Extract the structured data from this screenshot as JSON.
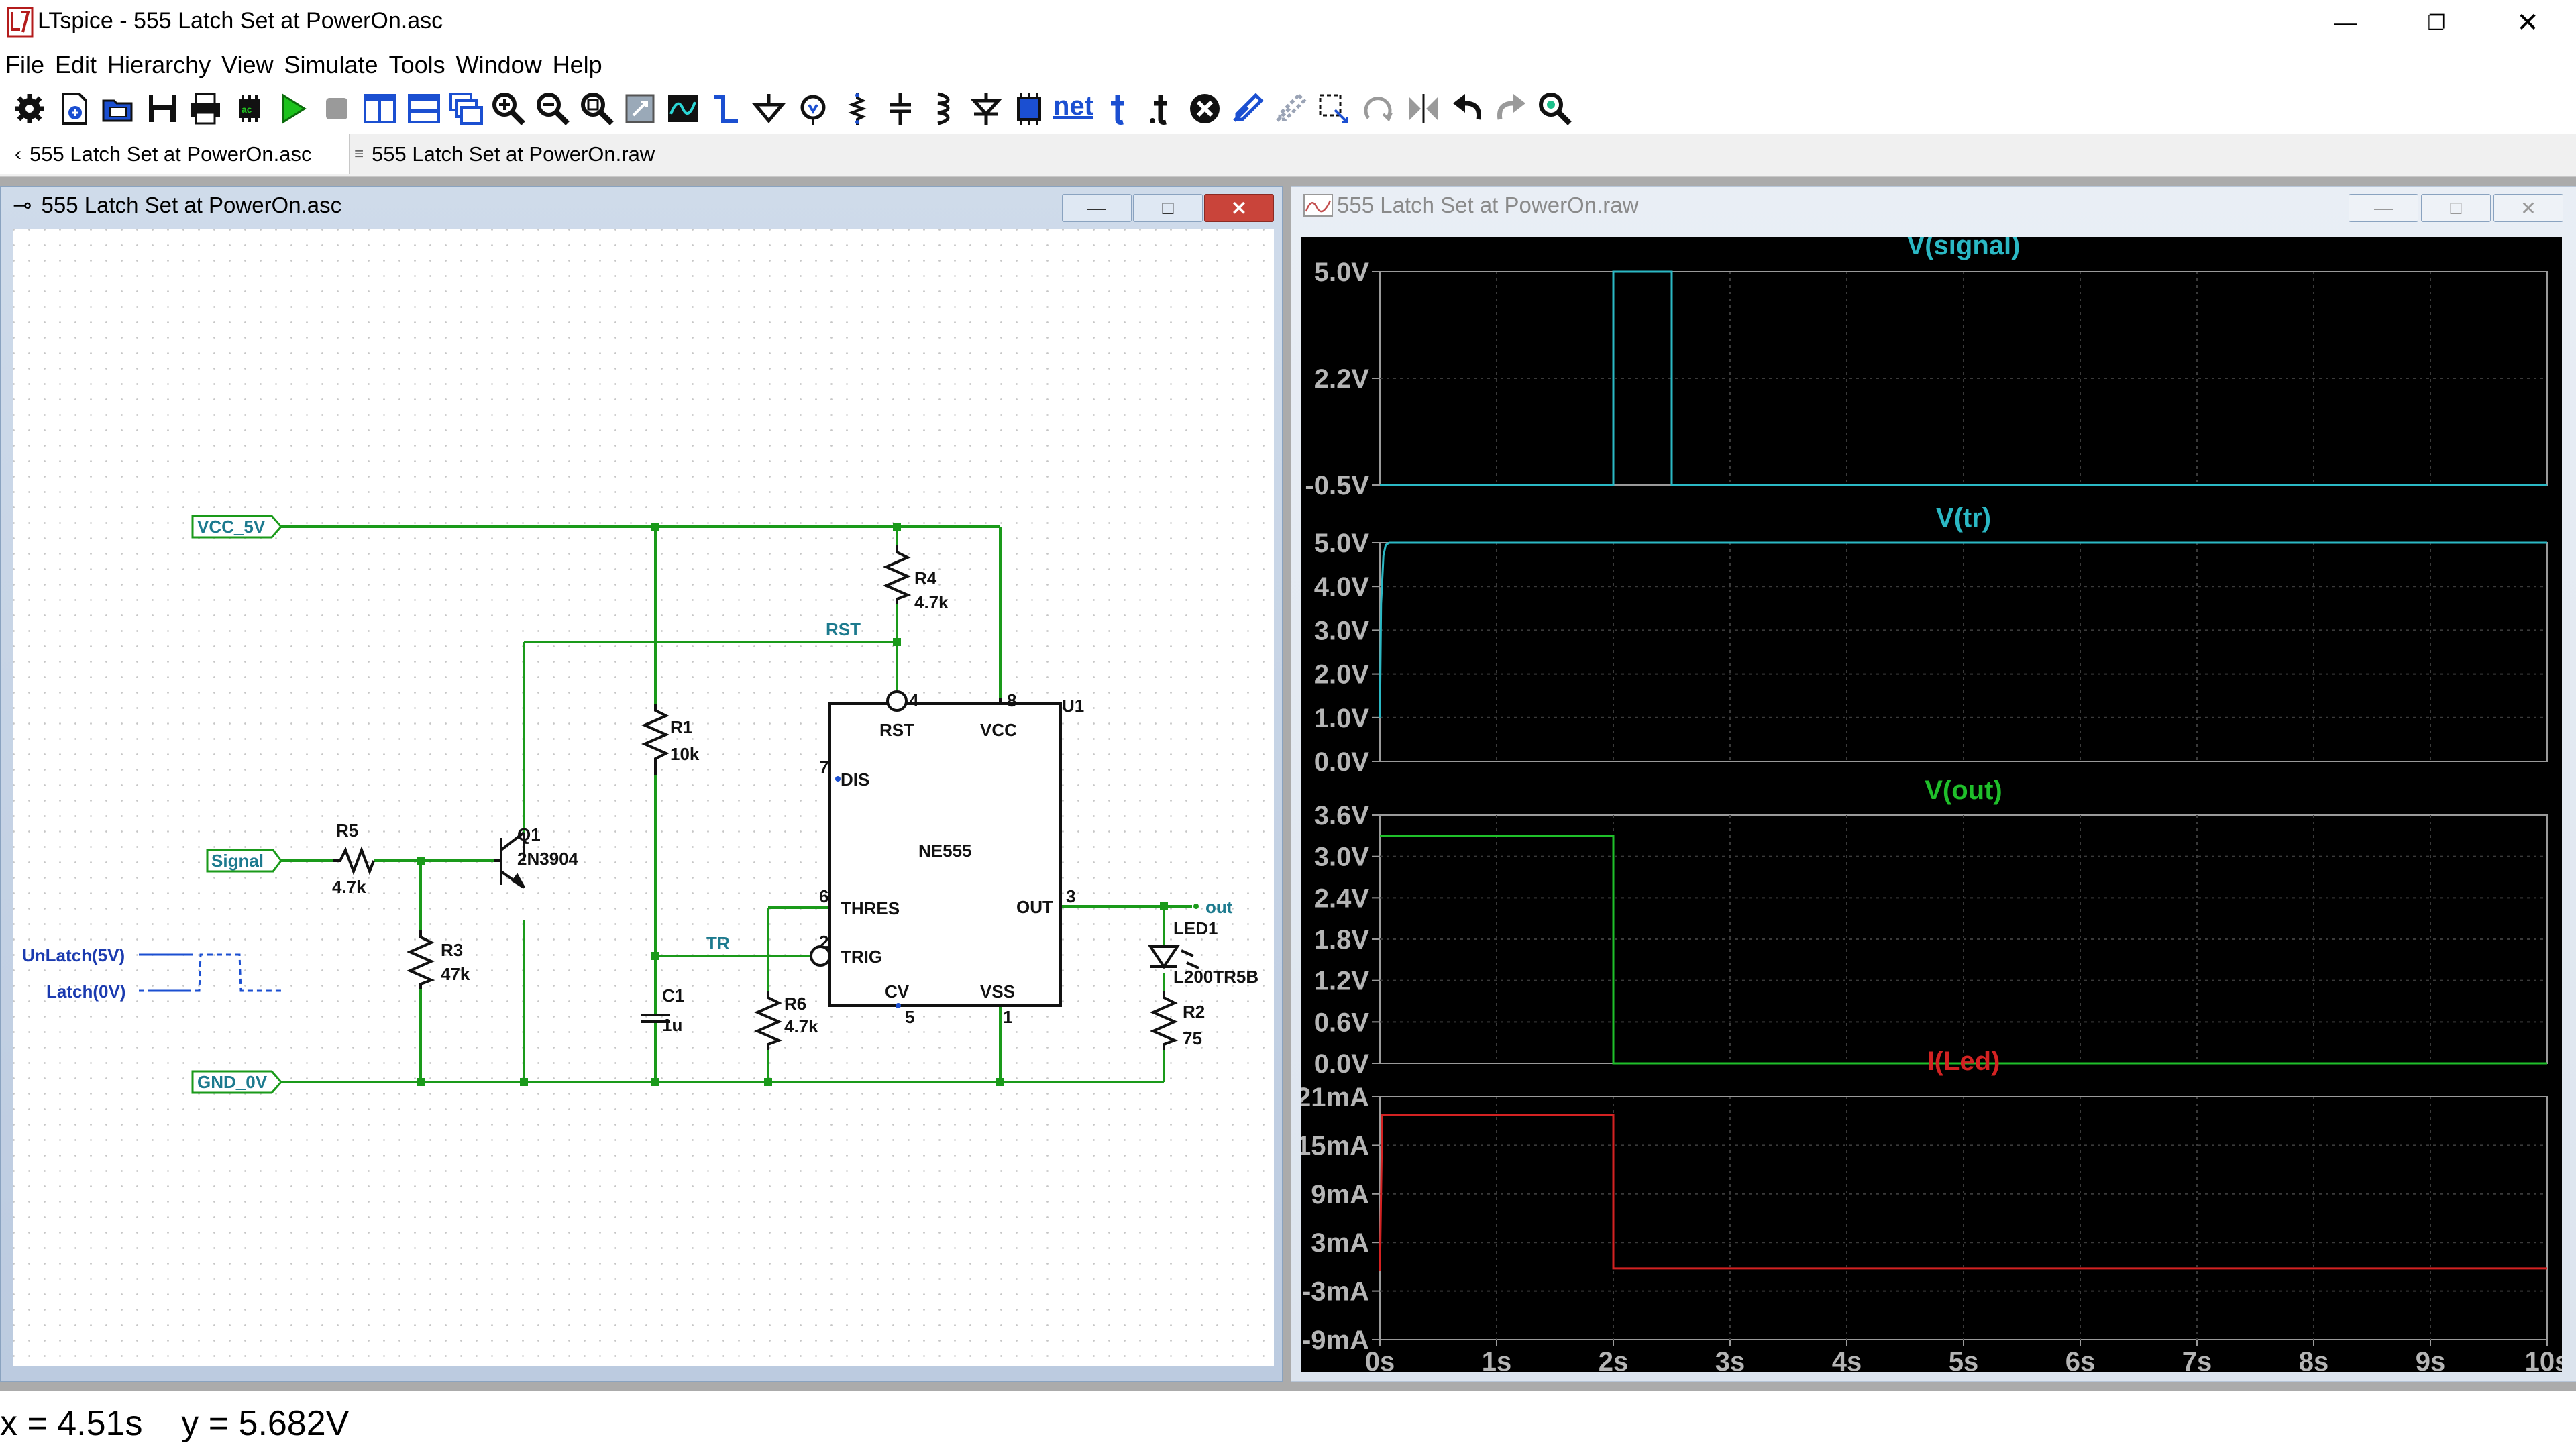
{
  "window": {
    "title": "LTspice - 555 Latch Set at PowerOn.asc",
    "app_icon": "ltspice-logo-icon"
  },
  "menu": [
    "File",
    "Edit",
    "Hierarchy",
    "View",
    "Simulate",
    "Tools",
    "Window",
    "Help"
  ],
  "toolbar_icons": [
    "control-panel-icon",
    "new-schematic-icon",
    "open-icon",
    "save-icon",
    "print-icon",
    "component-icon",
    "run-icon",
    "halt-icon",
    "tile-vertical-icon",
    "tile-horizontal-icon",
    "cascade-icon",
    "zoom-in-icon",
    "zoom-out-icon",
    "zoom-fit-icon",
    "autorange-icon",
    "pick-visible-traces-icon",
    "wire-icon",
    "ground-icon",
    "label-net-icon",
    "resistor-icon",
    "capacitor-icon",
    "inductor-icon",
    "diode-icon",
    "component-box-icon",
    "net-label-icon",
    "text-icon",
    "spice-directive-icon",
    "delete-icon",
    "duplicate-icon",
    "move-icon",
    "drag-icon",
    "rotate-icon",
    "mirror-icon",
    "undo-icon",
    "redo-icon",
    "find-icon"
  ],
  "toolbar_net_label": "net",
  "tabs": [
    {
      "label": "555 Latch Set at PowerOn.asc",
      "active": true,
      "icon": "schematic-icon"
    },
    {
      "label": "555 Latch Set at PowerOn.raw",
      "active": false,
      "icon": "waveform-icon"
    }
  ],
  "schematic": {
    "title": "555 Latch Set at PowerOn.asc",
    "labels": {
      "vcc": "VCC_5V",
      "gnd": "GND_0V",
      "signal": "Signal",
      "unlatch": "UnLatch(5V)",
      "latch": "Latch(0V)",
      "rst_net": "RST",
      "tr_net": "TR",
      "out_net": "out",
      "r5": "R5",
      "r5v": "4.7k",
      "q1": "Q1",
      "q1v": "2N3904",
      "r3": "R3",
      "r3v": "47k",
      "r1": "R1",
      "r1v": "10k",
      "c1": "C1",
      "c1v": "1u",
      "r6": "R6",
      "r6v": "4.7k",
      "r4": "R4",
      "r4v": "4.7k",
      "u1": "U1",
      "ic": "NE555",
      "pin_rst": "RST",
      "pin_vcc": "VCC",
      "pin_dis": "DIS",
      "pin_thres": "THRES",
      "pin_out": "OUT",
      "pin_trig": "TRIG",
      "pin_cv": "CV",
      "pin_vss": "VSS",
      "n4": "4",
      "n8": "8",
      "n7": "7",
      "n6": "6",
      "n3": "3",
      "n2": "2",
      "n5": "5",
      "n1": "1",
      "led1": "LED1",
      "led1v": "L200TR5B",
      "r2": "R2",
      "r2v": "75"
    }
  },
  "waveform": {
    "title": "555 Latch Set at PowerOn.raw",
    "x_ticks": [
      "0s",
      "1s",
      "2s",
      "3s",
      "4s",
      "5s",
      "6s",
      "7s",
      "8s",
      "9s",
      "10s"
    ],
    "colors": {
      "signal": "#2bb8c4",
      "tr": "#2bb8c4",
      "out": "#1fbf2a",
      "led": "#d32222"
    }
  },
  "chart_data": [
    {
      "type": "line",
      "title": "V(signal)",
      "ylim": [
        -0.5,
        5.0
      ],
      "y_ticks": [
        "5.0V",
        "2.2V",
        "-0.5V"
      ],
      "x": [
        0,
        2.0,
        2.0,
        2.5,
        2.5,
        10
      ],
      "y": [
        -0.5,
        -0.5,
        5.0,
        5.0,
        -0.5,
        -0.5
      ],
      "color": "#2bb8c4"
    },
    {
      "type": "line",
      "title": "V(tr)",
      "ylim": [
        0,
        5.0
      ],
      "y_ticks": [
        "5.0V",
        "4.0V",
        "3.0V",
        "2.0V",
        "1.0V",
        "0.0V"
      ],
      "x": [
        0,
        0.01,
        0.03,
        0.05,
        0.08,
        10
      ],
      "y": [
        1.0,
        3.6,
        4.7,
        4.95,
        5.0,
        5.0
      ],
      "color": "#2bb8c4"
    },
    {
      "type": "line",
      "title": "V(out)",
      "ylim": [
        0,
        3.6
      ],
      "y_ticks": [
        "3.6V",
        "3.0V",
        "2.4V",
        "1.8V",
        "1.2V",
        "0.6V",
        "0.0V"
      ],
      "x": [
        0,
        2.0,
        2.0,
        10
      ],
      "y": [
        3.3,
        3.3,
        0.0,
        0.0
      ],
      "color": "#1fbf2a"
    },
    {
      "type": "line",
      "title": "I(Led)",
      "ylim": [
        -9,
        21
      ],
      "y_ticks": [
        "21mA",
        "15mA",
        "9mA",
        "3mA",
        "-3mA",
        "-9mA"
      ],
      "x": [
        0,
        0.02,
        2.0,
        2.0,
        10
      ],
      "y": [
        -0.5,
        18.8,
        18.8,
        -0.2,
        -0.2
      ],
      "color": "#d32222"
    }
  ],
  "status": "x = 4.51s    y = 5.682V"
}
